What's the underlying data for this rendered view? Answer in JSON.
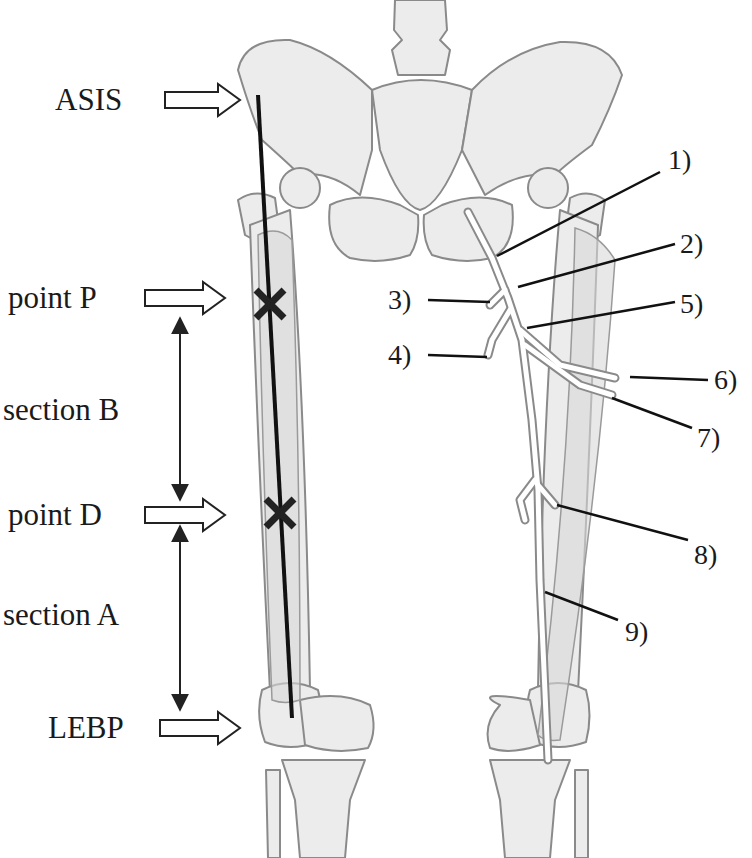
{
  "diagram": {
    "labels": [
      "ASIS",
      "1)",
      "2)",
      "point P",
      "3)",
      "5)",
      "4)",
      "section B",
      "6)",
      "7)",
      "point D",
      "8)",
      "section A",
      "9)",
      "LEBP"
    ]
  }
}
